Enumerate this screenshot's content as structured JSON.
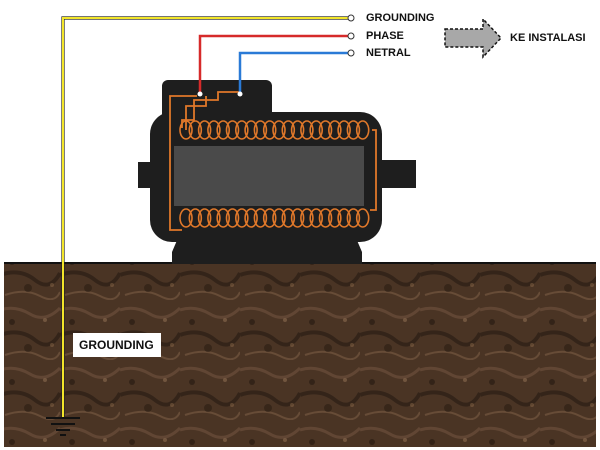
{
  "legend": {
    "grounding_label": "GROUNDING",
    "phase_label": "PHASE",
    "netral_label": "NETRAL",
    "arrow_label": "KE INSTALASI"
  },
  "soil": {
    "grounding_label": "GROUNDING"
  },
  "colors": {
    "ground_wire": "#f2e52a",
    "phase_wire": "#d62a2a",
    "neutral_wire": "#2a7ad6",
    "coil": "#e0782a",
    "motor_body": "#1e1e1e",
    "core": "#4a4a4a",
    "soil": "#4a3424"
  },
  "icons": {
    "motor": "electric-motor-icon",
    "arrow": "dashed-arrow-icon",
    "ground_symbol": "earth-ground-icon"
  }
}
